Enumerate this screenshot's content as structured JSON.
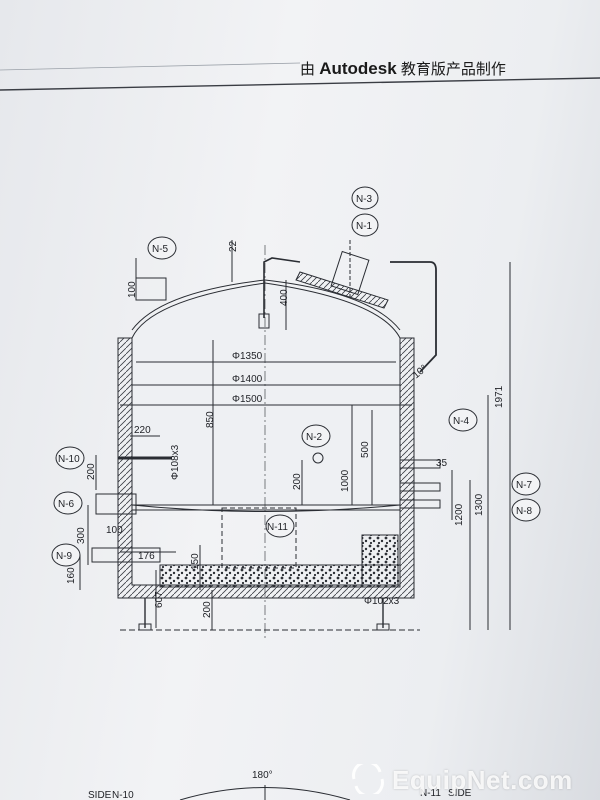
{
  "header": {
    "prefix": "由",
    "brand": "Autodesk",
    "suffix": "教育版产品制作"
  },
  "nozzles": [
    "N-1",
    "N-2",
    "N-3",
    "N-4",
    "N-5",
    "N-6",
    "N-7",
    "N-8",
    "N-9",
    "N-10",
    "N-11"
  ],
  "dimensions": {
    "d1350": "Φ1350",
    "d1400": "Φ1400",
    "d1500": "Φ1500",
    "h22": "22",
    "h100": "100",
    "h400": "400",
    "h850": "850",
    "h500": "500",
    "h1000": "1000",
    "h200a": "200",
    "h200b": "200",
    "h200c": "200",
    "h220": "220",
    "d108": "Φ108x3",
    "h300": "300",
    "h100b": "100",
    "h176": "176",
    "h160": "160",
    "h607": "607",
    "h150": "150",
    "h35": "35",
    "h1200": "1200",
    "h1300": "1300",
    "h1971": "1971",
    "d102": "Φ102x3",
    "angle": "10°",
    "h180": "180°"
  },
  "bottom_labels": {
    "side_left": "SIDE",
    "side_left_ref": "N-10",
    "side_right": "SIDE",
    "side_right_ref": "N-11"
  },
  "watermark": "EquipNet.com"
}
